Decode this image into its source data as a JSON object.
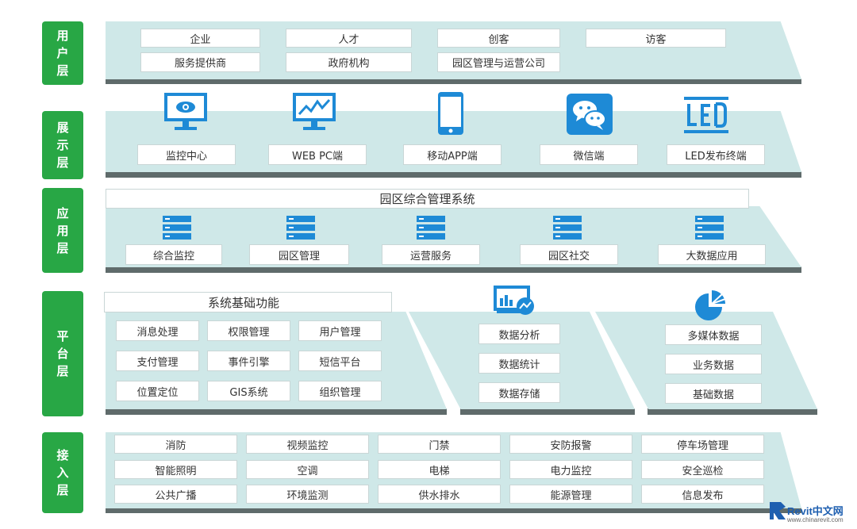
{
  "layers": {
    "user": {
      "label": "用户层",
      "items": [
        "企业",
        "人才",
        "创客",
        "访客",
        "服务提供商",
        "政府机构",
        "园区管理与运营公司"
      ]
    },
    "display": {
      "label": "展示层",
      "items": [
        "监控中心",
        "WEB PC端",
        "移动APP端",
        "微信端",
        "LED发布终端"
      ],
      "icons": [
        "monitor-eye-icon",
        "monitor-chart-icon",
        "smartphone-icon",
        "wechat-icon",
        "led-icon"
      ]
    },
    "application": {
      "label": "应用层",
      "title": "园区综合管理系统",
      "items": [
        "综合监控",
        "园区管理",
        "运营服务",
        "园区社交",
        "大数据应用"
      ],
      "icons": [
        "server-stack-icon"
      ]
    },
    "platform": {
      "label": "平台层",
      "basic_title": "系统基础功能",
      "basic_items": [
        "消息处理",
        "权限管理",
        "用户管理",
        "支付管理",
        "事件引擎",
        "短信平台",
        "位置定位",
        "GIS系统",
        "组织管理"
      ],
      "data_items": [
        "数据分析",
        "数据统计",
        "数据存储"
      ],
      "store_items": [
        "多媒体数据",
        "业务数据",
        "基础数据"
      ],
      "icons": [
        "dashboard-chart-icon",
        "pie-chart-icon"
      ]
    },
    "access": {
      "label": "接入层",
      "items": [
        "消防",
        "视频监控",
        "门禁",
        "安防报警",
        "停车场管理",
        "智能照明",
        "空调",
        "电梯",
        "电力监控",
        "安全巡检",
        "公共广播",
        "环境监测",
        "供水排水",
        "能源管理",
        "信息发布"
      ]
    }
  },
  "watermark": {
    "brand": "Revit中文网",
    "url": "www.chinarevit.com"
  },
  "colors": {
    "label_green": "#28a745",
    "band": "#cfe8e8",
    "shadow": "#5f6b6b",
    "icon_blue": "#1e8ad6"
  }
}
